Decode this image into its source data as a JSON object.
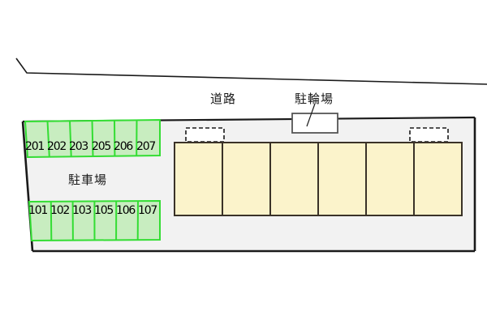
{
  "plan": {
    "title": "",
    "labels": {
      "road": "道路",
      "bicycle_parking": "駐輪場",
      "parking_lot": "駐車場"
    },
    "colors": {
      "site_fill": "#f2f2f2",
      "stall_fill": "#c8edc0",
      "stall_stroke": "#33dd33",
      "unit_fill": "#fbf3cb",
      "unit_stroke": "#3a3228",
      "boundary_stroke": "#1a1a1a",
      "balcony_stroke": "#1a1a1a",
      "bike_box_fill": "#ffffff",
      "bike_box_stroke": "#555555",
      "page_background": "#ffffff"
    },
    "parking_rows": [
      {
        "row_name": "upper-row",
        "stalls": [
          "201",
          "202",
          "203",
          "205",
          "206",
          "207"
        ]
      },
      {
        "row_name": "lower-row",
        "stalls": [
          "101",
          "102",
          "103",
          "105",
          "106",
          "107"
        ]
      }
    ],
    "building": {
      "unit_count": 6,
      "units": [
        "unit-1",
        "unit-2",
        "unit-3",
        "unit-4",
        "unit-5",
        "unit-6"
      ],
      "balconies": [
        "balcony-left",
        "balcony-right"
      ]
    }
  }
}
